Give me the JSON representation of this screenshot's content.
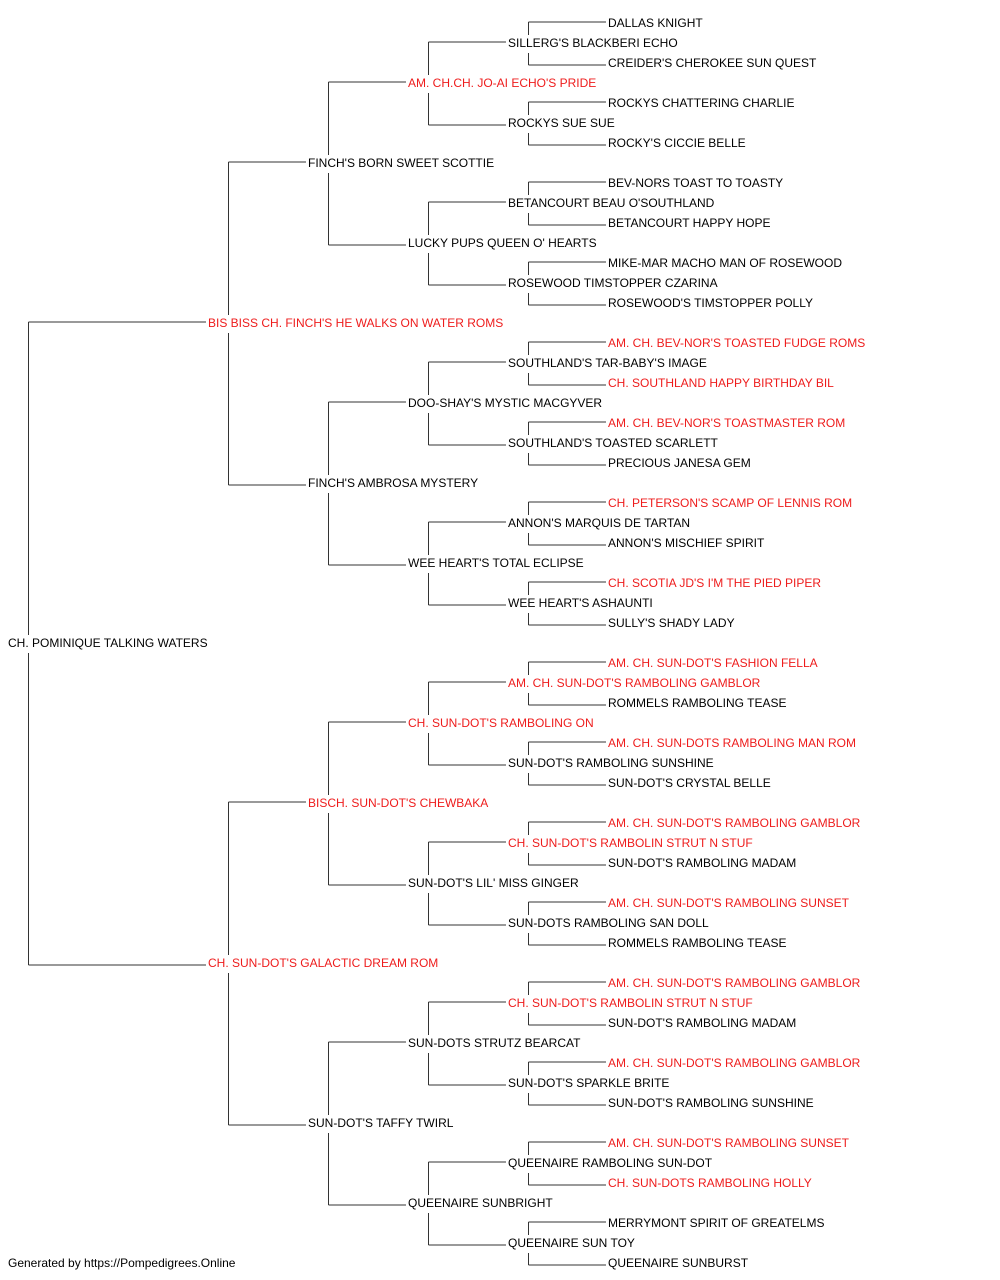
{
  "colors": {
    "champion": "#ee1c1c",
    "normal": "#000000",
    "line": "#333333"
  },
  "subject": {
    "name": "CH. POMINIQUE TALKING WATERS",
    "champion": false
  },
  "generations": [
    [
      {
        "name": "BIS BISS CH. FINCH'S HE WALKS ON WATER ROMS",
        "champion": true
      },
      {
        "name": "CH. SUN-DOT'S GALACTIC DREAM ROM",
        "champion": true
      }
    ],
    [
      {
        "name": "FINCH'S BORN SWEET SCOTTIE",
        "champion": false
      },
      {
        "name": "FINCH'S AMBROSA MYSTERY",
        "champion": false
      },
      {
        "name": "BISCH. SUN-DOT'S CHEWBAKA",
        "champion": true
      },
      {
        "name": "SUN-DOT'S TAFFY TWIRL",
        "champion": false
      }
    ],
    [
      {
        "name": "AM. CH.CH. JO-AI ECHO'S PRIDE",
        "champion": true
      },
      {
        "name": "LUCKY PUPS QUEEN O' HEARTS",
        "champion": false
      },
      {
        "name": "DOO-SHAY'S MYSTIC MACGYVER",
        "champion": false
      },
      {
        "name": "WEE HEART'S TOTAL ECLIPSE",
        "champion": false
      },
      {
        "name": "CH. SUN-DOT'S RAMBOLING ON",
        "champion": true
      },
      {
        "name": "SUN-DOT'S LIL' MISS GINGER",
        "champion": false
      },
      {
        "name": "SUN-DOTS STRUTZ BEARCAT",
        "champion": false
      },
      {
        "name": "QUEENAIRE SUNBRIGHT",
        "champion": false
      }
    ],
    [
      {
        "name": "SILLERG'S BLACKBERI ECHO",
        "champion": false
      },
      {
        "name": "ROCKYS SUE SUE",
        "champion": false
      },
      {
        "name": "BETANCOURT BEAU O'SOUTHLAND",
        "champion": false
      },
      {
        "name": "ROSEWOOD TIMSTOPPER CZARINA",
        "champion": false
      },
      {
        "name": "SOUTHLAND'S TAR-BABY'S IMAGE",
        "champion": false
      },
      {
        "name": "SOUTHLAND'S TOASTED SCARLETT",
        "champion": false
      },
      {
        "name": "ANNON'S MARQUIS DE TARTAN",
        "champion": false
      },
      {
        "name": "WEE HEART'S ASHAUNTI",
        "champion": false
      },
      {
        "name": "AM. CH. SUN-DOT'S RAMBOLING GAMBLOR",
        "champion": true
      },
      {
        "name": "SUN-DOT'S RAMBOLING SUNSHINE",
        "champion": false
      },
      {
        "name": "CH. SUN-DOT'S RAMBOLIN STRUT N STUF",
        "champion": true
      },
      {
        "name": "SUN-DOTS RAMBOLING SAN DOLL",
        "champion": false
      },
      {
        "name": "CH. SUN-DOT'S RAMBOLIN STRUT N STUF",
        "champion": true
      },
      {
        "name": "SUN-DOT'S SPARKLE BRITE",
        "champion": false
      },
      {
        "name": "QUEENAIRE RAMBOLING SUN-DOT",
        "champion": false
      },
      {
        "name": "QUEENAIRE SUN TOY",
        "champion": false
      }
    ],
    [
      {
        "name": "DALLAS KNIGHT",
        "champion": false
      },
      {
        "name": "CREIDER'S CHEROKEE SUN QUEST",
        "champion": false
      },
      {
        "name": "ROCKYS CHATTERING CHARLIE",
        "champion": false
      },
      {
        "name": "ROCKY'S CICCIE BELLE",
        "champion": false
      },
      {
        "name": "BEV-NORS TOAST TO TOASTY",
        "champion": false
      },
      {
        "name": "BETANCOURT HAPPY HOPE",
        "champion": false
      },
      {
        "name": "MIKE-MAR MACHO MAN OF ROSEWOOD",
        "champion": false
      },
      {
        "name": "ROSEWOOD'S TIMSTOPPER POLLY",
        "champion": false
      },
      {
        "name": "AM. CH. BEV-NOR'S TOASTED FUDGE ROMS",
        "champion": true
      },
      {
        "name": "CH. SOUTHLAND HAPPY BIRTHDAY BIL",
        "champion": true
      },
      {
        "name": "AM. CH. BEV-NOR'S TOASTMASTER ROM",
        "champion": true
      },
      {
        "name": "PRECIOUS JANESA GEM",
        "champion": false
      },
      {
        "name": "CH. PETERSON'S SCAMP OF LENNIS ROM",
        "champion": true
      },
      {
        "name": "ANNON'S MISCHIEF SPIRIT",
        "champion": false
      },
      {
        "name": "CH. SCOTIA JD'S I'M THE PIED PIPER",
        "champion": true
      },
      {
        "name": "SULLY'S SHADY LADY",
        "champion": false
      },
      {
        "name": "AM. CH. SUN-DOT'S FASHION FELLA",
        "champion": true
      },
      {
        "name": "ROMMELS RAMBOLING TEASE",
        "champion": false
      },
      {
        "name": "AM. CH. SUN-DOTS RAMBOLING MAN ROM",
        "champion": true
      },
      {
        "name": "SUN-DOT'S CRYSTAL BELLE",
        "champion": false
      },
      {
        "name": "AM. CH. SUN-DOT'S RAMBOLING GAMBLOR",
        "champion": true
      },
      {
        "name": "SUN-DOT'S RAMBOLING MADAM",
        "champion": false
      },
      {
        "name": "AM. CH. SUN-DOT'S RAMBOLING SUNSET",
        "champion": true
      },
      {
        "name": "ROMMELS RAMBOLING TEASE",
        "champion": false
      },
      {
        "name": "AM. CH. SUN-DOT'S RAMBOLING GAMBLOR",
        "champion": true
      },
      {
        "name": "SUN-DOT'S RAMBOLING MADAM",
        "champion": false
      },
      {
        "name": "AM. CH. SUN-DOT'S RAMBOLING GAMBLOR",
        "champion": true
      },
      {
        "name": "SUN-DOT'S RAMBOLING SUNSHINE",
        "champion": false
      },
      {
        "name": "AM. CH. SUN-DOT'S RAMBOLING SUNSET",
        "champion": true
      },
      {
        "name": "CH. SUN-DOTS RAMBOLING HOLLY",
        "champion": true
      },
      {
        "name": "MERRYMONT SPIRIT OF GREATELMS",
        "champion": false
      },
      {
        "name": "QUEENAIRE SUNBURST",
        "champion": false
      }
    ]
  ],
  "footer": "Generated by https://Pompedigrees.Online"
}
